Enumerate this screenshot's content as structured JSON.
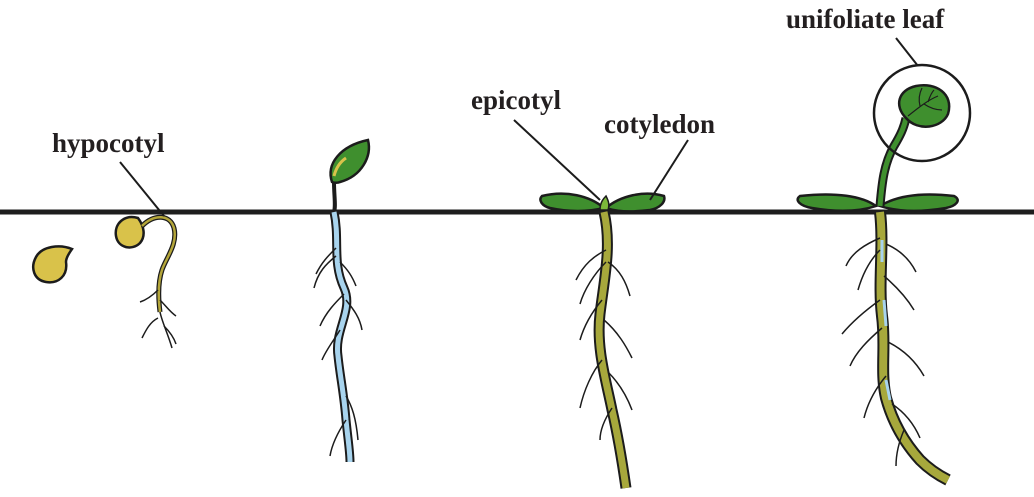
{
  "labels": {
    "hypocotyl": "hypocotyl",
    "epicotyl": "epicotyl",
    "cotyledon": "cotyledon",
    "unifoliate_leaf": "unifoliate leaf"
  },
  "stages": [
    "seed",
    "emerging hypocotyl",
    "cotyledon above ground",
    "cotyledons opened",
    "unifoliate leaf"
  ],
  "colors": {
    "soil_line": "#1e1e1e",
    "outline": "#1c1c1c",
    "seed": "#d9c24a",
    "leaf": "#3f8f2e",
    "leaf_highlight": "#7cb83a",
    "stem_olive": "#a7a83c",
    "root_blue": "#a8d4ee"
  }
}
